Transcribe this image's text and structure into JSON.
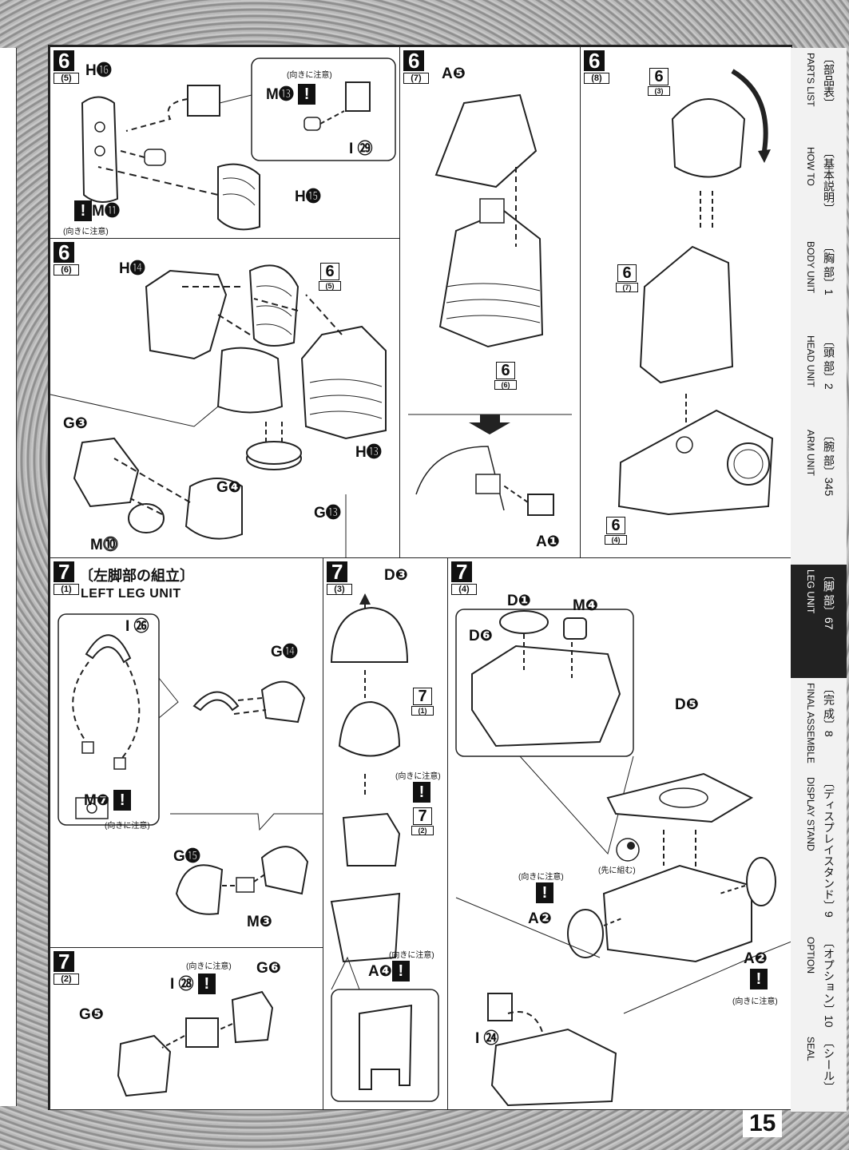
{
  "page_number": "15",
  "caution": "(向きに注意)",
  "prebuild": "(先に組む)",
  "step6_5": {
    "step": "6",
    "sub": "(5)",
    "labels": {
      "h16": "H⓰",
      "m13": "M⓭",
      "i29": "I ㉙",
      "h15": "H⓯",
      "m11": "M⓫"
    }
  },
  "step6_6": {
    "step": "6",
    "sub": "(6)",
    "labels": {
      "h14": "H⓮",
      "h13": "H⓭",
      "g3": "G❸",
      "g4": "G❹",
      "m10": "M⓾",
      "g13": "G⓭"
    },
    "ref": {
      "n": "6",
      "s": "(5)"
    }
  },
  "step6_7": {
    "step": "6",
    "sub": "(7)",
    "labels": {
      "a5": "A❺",
      "a1": "A❶"
    },
    "ref": {
      "n": "6",
      "s": "(6)"
    }
  },
  "step6_8": {
    "step": "6",
    "sub": "(8)",
    "ref_top": {
      "n": "6",
      "s": "(3)"
    },
    "ref_mid": {
      "n": "6",
      "s": "(7)"
    },
    "ref_bot": {
      "n": "6",
      "s": "(4)"
    }
  },
  "step7_1": {
    "step": "7",
    "sub": "(1)",
    "title_jp": "〔左脚部の組立〕",
    "title_en": "LEFT LEG UNIT",
    "labels": {
      "i26": "I ㉖",
      "g14": "G⓮",
      "m7": "M❼",
      "g15": "G⓯",
      "m3": "M❸"
    }
  },
  "step7_2": {
    "step": "7",
    "sub": "(2)",
    "labels": {
      "i28": "I ㉘",
      "g6": "G❻",
      "g5": "G❺"
    }
  },
  "step7_3": {
    "step": "7",
    "sub": "(3)",
    "labels": {
      "d3": "D❸",
      "a4": "A❹"
    },
    "ref1": {
      "n": "7",
      "s": "(1)"
    },
    "ref2": {
      "n": "7",
      "s": "(2)"
    }
  },
  "step7_4": {
    "step": "7",
    "sub": "(4)",
    "labels": {
      "d1": "D❶",
      "m4": "M❹",
      "d6": "D❻",
      "d5": "D❺",
      "a2a": "A❷",
      "a2b": "A❷",
      "i24": "I ㉔"
    }
  },
  "sidebar": [
    {
      "jp": "〔部品表〕",
      "en": "PARTS LIST"
    },
    {
      "jp": "〔基本説明〕",
      "en": "HOW TO"
    },
    {
      "jp": "〔胸 部〕1",
      "en": "BODY UNIT"
    },
    {
      "jp": "〔頭 部〕2",
      "en": "HEAD UNIT"
    },
    {
      "jp": "〔腕 部〕345",
      "en": "ARM UNIT"
    },
    {
      "jp": "〔脚 部〕67",
      "en": "LEG UNIT"
    },
    {
      "jp": "〔完 成〕8",
      "en": "FINAL ASSEMBLE"
    },
    {
      "jp": "〔ディスプレイスタンド〕9",
      "en": "DISPLAY STAND"
    },
    {
      "jp": "〔オプション〕10",
      "en": "OPTION"
    },
    {
      "jp": "〔シール〕",
      "en": "SEAL"
    }
  ],
  "sidebar_active_index": 5
}
